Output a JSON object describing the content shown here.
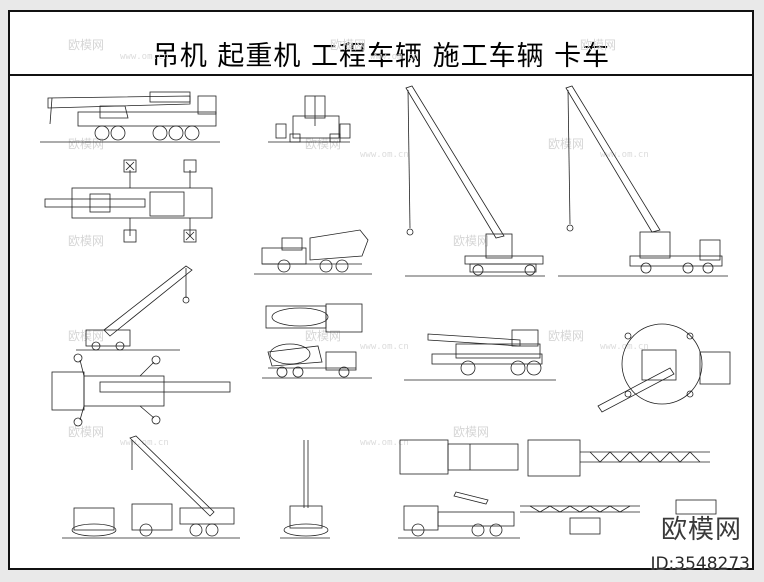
{
  "sheet": {
    "title": "吊机  起重机  工程车辆  施工车辆  卡车"
  },
  "watermarks": {
    "logo_text": "欧模网",
    "url_text": "www.om.cn"
  },
  "branding": {
    "brand": "欧模网",
    "id": "ID:3548273"
  }
}
